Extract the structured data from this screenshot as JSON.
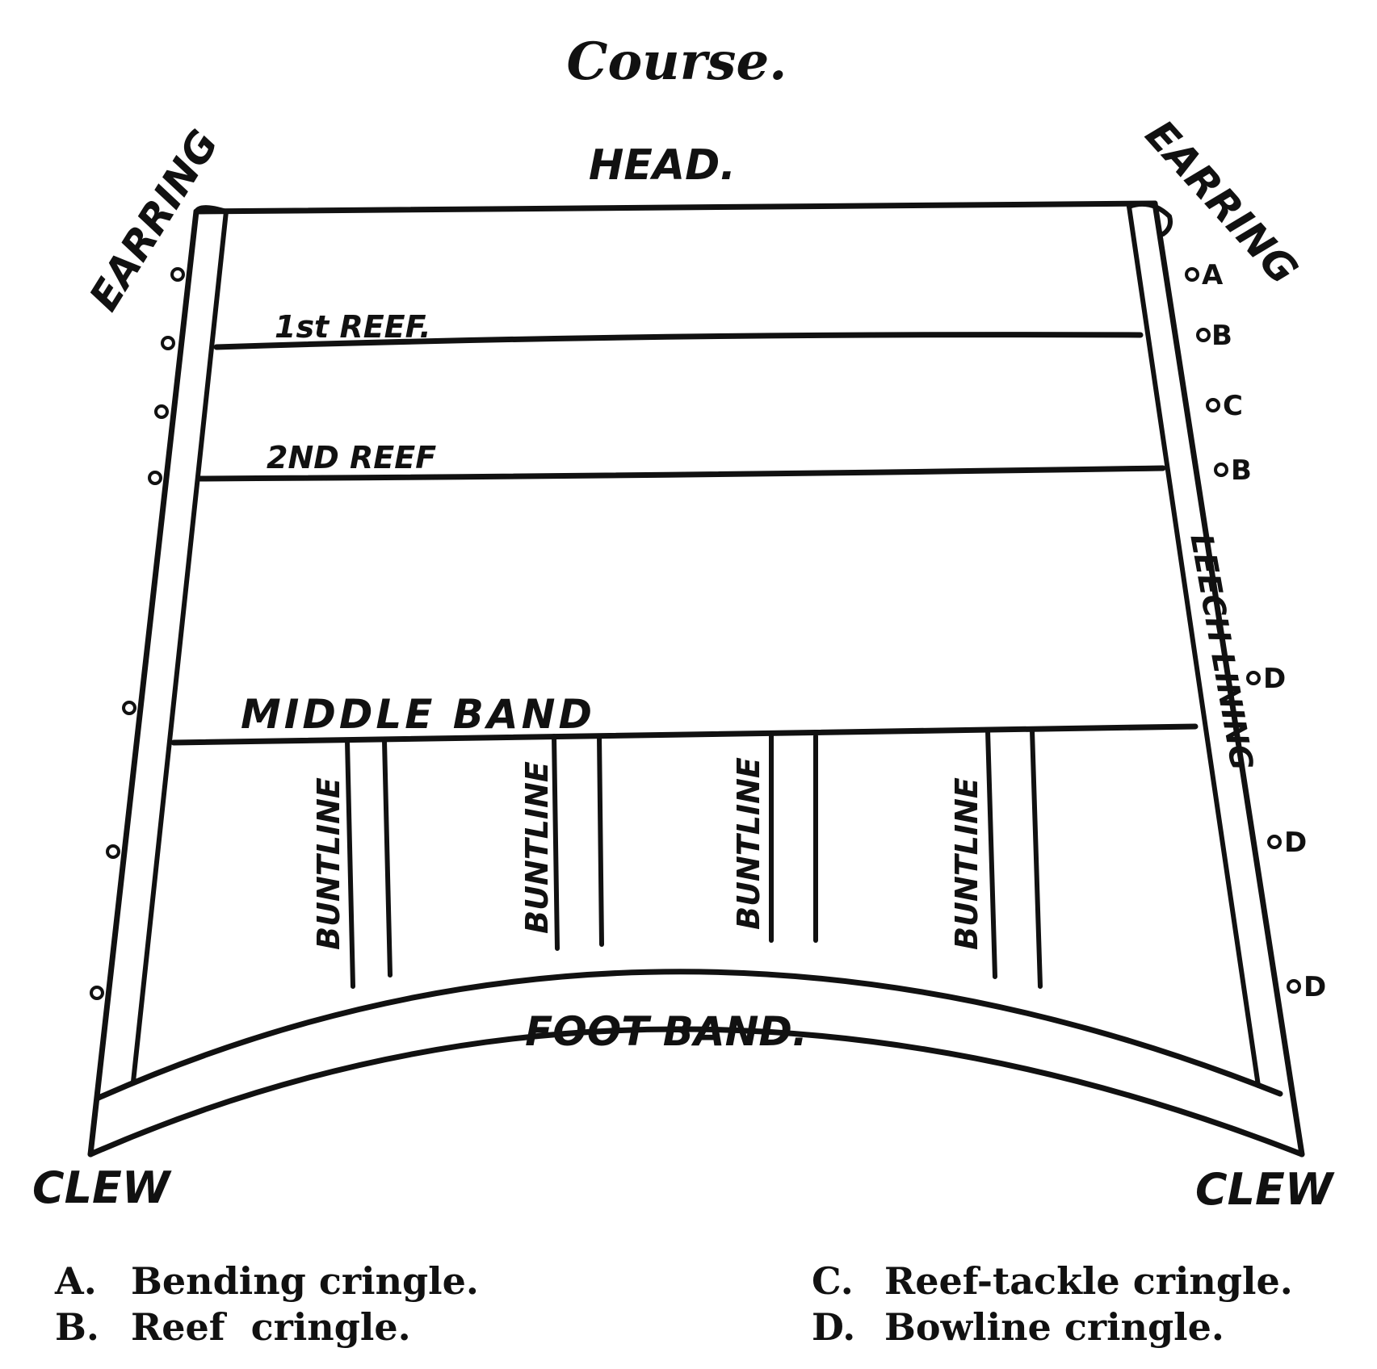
{
  "title": "Course.",
  "labels": {
    "head": "HEAD.",
    "earring_left": "EARRING",
    "earring_right": "EARRING",
    "first_reef": "1st REEF.",
    "second_reef": "2ND REEF",
    "middle_band": "MIDDLE BAND",
    "buntlines": [
      "BUNTLINE",
      "BUNTLINE",
      "BUNTLINE",
      "BUNTLINE"
    ],
    "leech_lining": "LEECH LINING",
    "foot_band": "FOOT BAND.",
    "clew_left": "CLEW",
    "clew_right": "CLEW"
  },
  "cringle_letters": [
    "A",
    "B",
    "C",
    "B",
    "D",
    "D",
    "D"
  ],
  "legend": [
    {
      "key": "A.",
      "text": "Bending cringle."
    },
    {
      "key": "B.",
      "text": "Reef  cringle."
    },
    {
      "key": "C.",
      "text": "Reef-tackle cringle."
    },
    {
      "key": "D.",
      "text": "Bowline cringle."
    }
  ]
}
